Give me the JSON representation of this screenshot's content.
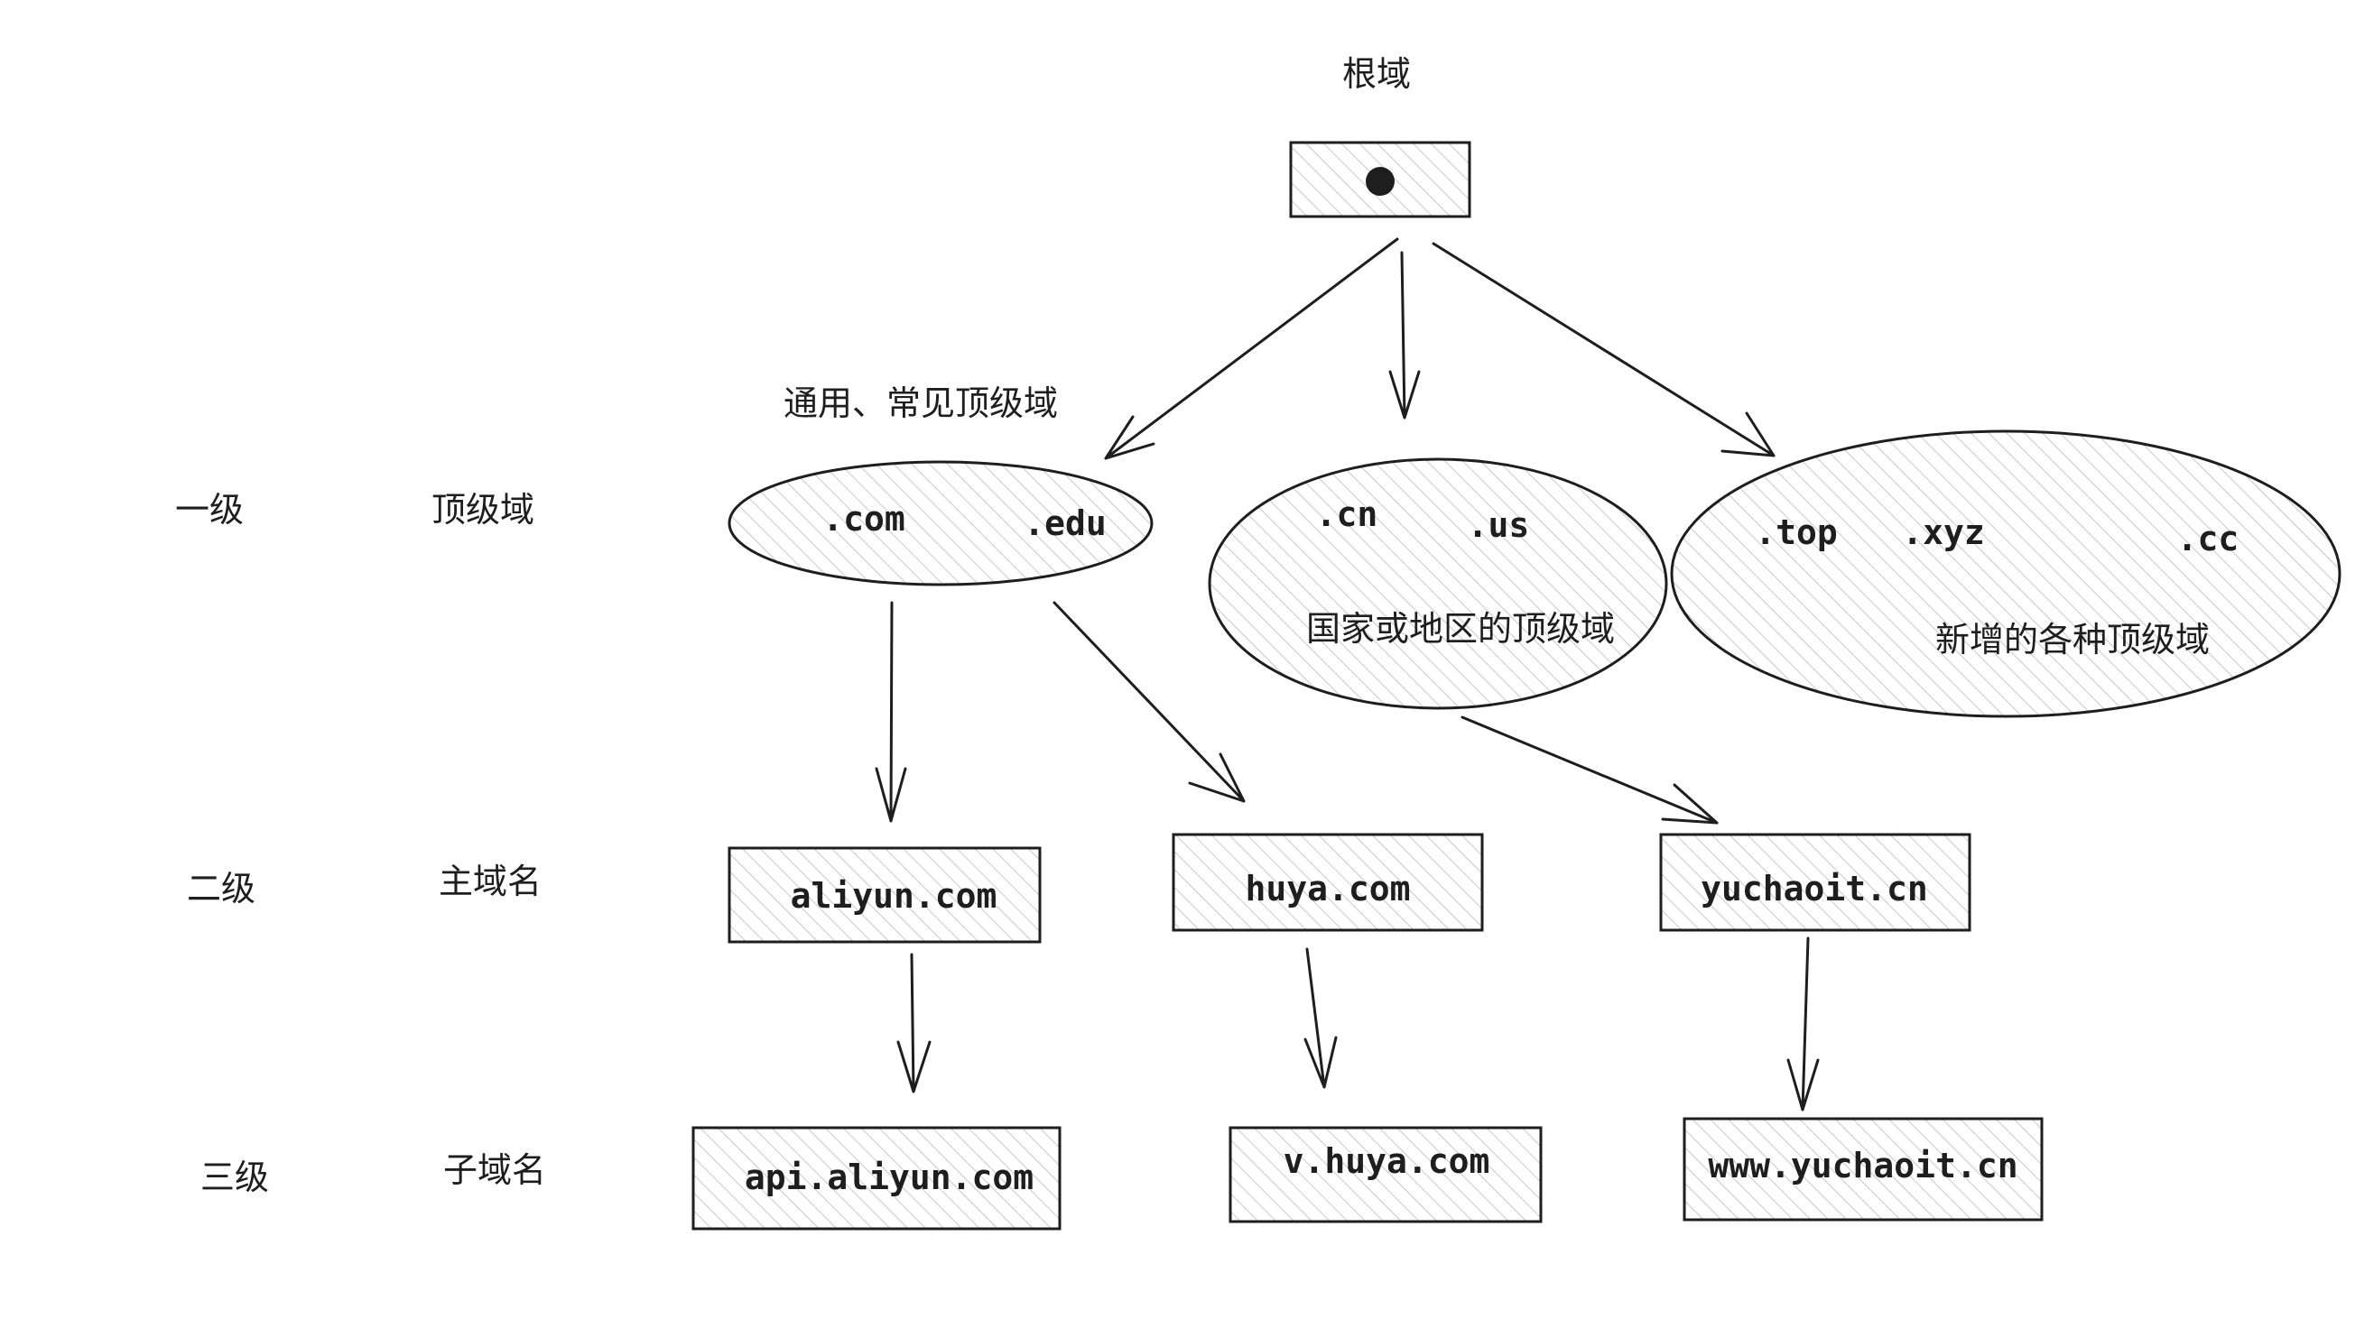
{
  "root": {
    "label": "根域"
  },
  "levels": {
    "level1": {
      "label": "一级",
      "kind": "顶级域"
    },
    "level2": {
      "label": "二级",
      "kind": "主域名"
    },
    "level3": {
      "label": "三级",
      "kind": "子域名"
    }
  },
  "tld_groups": {
    "generic": {
      "caption": "通用、常见顶级域",
      "items": [
        ".com",
        ".edu"
      ]
    },
    "country": {
      "caption": "国家或地区的顶级域",
      "items": [
        ".cn",
        ".us"
      ]
    },
    "new": {
      "caption": "新增的各种顶级域",
      "items": [
        ".top",
        ".xyz",
        ".cc"
      ]
    }
  },
  "domains": {
    "aliyun": "aliyun.com",
    "huya": "huya.com",
    "yuchaoit": "yuchaoit.cn"
  },
  "subdomains": {
    "aliyun": "api.aliyun.com",
    "huya": "v.huya.com",
    "yuchaoit": "www.yuchaoit.cn"
  },
  "colors": {
    "stroke": "#1e1e1e",
    "hatch": "#c8c8c8",
    "background": "#ffffff"
  }
}
